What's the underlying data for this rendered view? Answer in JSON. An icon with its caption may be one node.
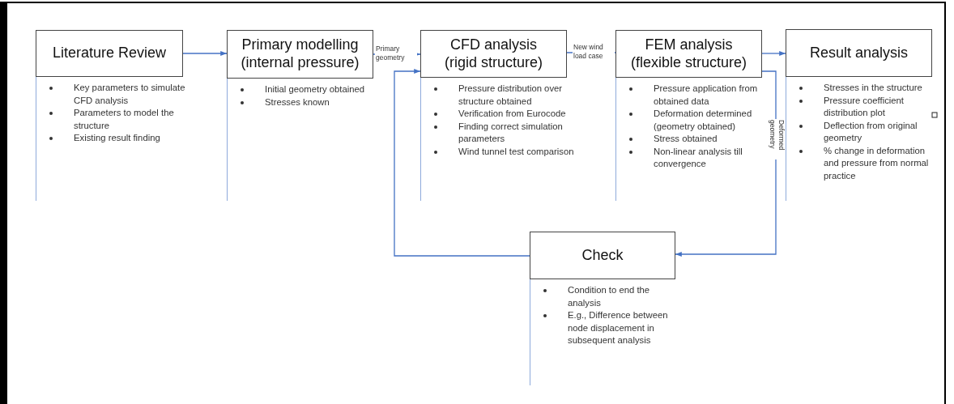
{
  "diagram": {
    "nodes": [
      {
        "text": [
          "Literature Review"
        ],
        "beside": [
          "Key parameters to simulate CFD analysis",
          "Parameters to model the structure",
          "Existing result finding"
        ]
      },
      {
        "text": [
          "Primary modelling (internal pressure)"
        ],
        "beside": [
          "Initial geometry obtained",
          "Stresses known"
        ]
      },
      {
        "text": [
          "CFD analysis (rigid structure)"
        ],
        "beside": [
          "Pressure distribution over structure obtained",
          "Verification from Eurocode",
          "Finding correct simulation parameters",
          "Wind tunnel test comparison"
        ]
      },
      {
        "text": [
          "FEM analysis (flexible structure)"
        ],
        "beside": [
          "Pressure application from obtained data",
          "Deformation determined (geometry obtained)",
          "Stress obtained",
          "Non-linear analysis till convergence"
        ]
      },
      {
        "text": [
          "Result analysis"
        ],
        "beside": [
          "Stresses in the structure",
          "Pressure coefficient distribution plot",
          "Deflection from original geometry",
          "% change in deformation and pressure from normal practice"
        ]
      },
      {
        "text": [
          "Check"
        ],
        "beside": [
          "Condition to end the analysis",
          "E.g., Difference between node displacement in subsequent analysis"
        ]
      }
    ],
    "edges": [
      {
        "from": 0,
        "to": 1,
        "arrow": "to"
      },
      {
        "from": 1,
        "to": 2,
        "arrow": "to",
        "label": "Primary geometry"
      },
      {
        "from": 2,
        "to": 3,
        "arrow": "to",
        "label": "New wind load case"
      },
      {
        "from": 3,
        "to": 4,
        "arrow": "to"
      },
      {
        "from": 3,
        "to": 5,
        "arrow": "to",
        "label": "Deformed geometry"
      },
      {
        "from": 5,
        "to": 2,
        "arrow": "to"
      }
    ]
  }
}
